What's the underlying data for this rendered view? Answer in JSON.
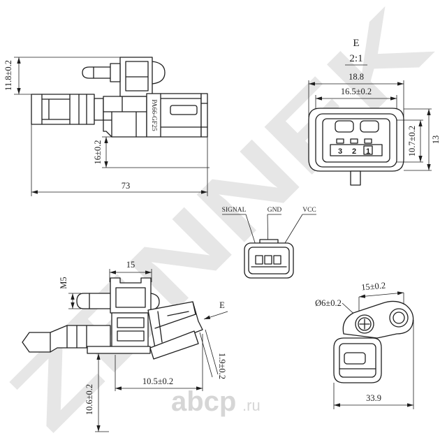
{
  "watermark": {
    "brand": "ZENNEK",
    "site_name": "abcp",
    "site_tld": ".ru"
  },
  "side_view": {
    "height_dim": "11.8±0.2",
    "depth_dim": "16±0.2",
    "length_dim": "73",
    "material_mark": "PA66-GF25"
  },
  "connector_view": {
    "view_label": "E",
    "scale": "2:1",
    "outer_width": "18.8",
    "inner_width": "16.5±0.2",
    "inner_height": "10.7±0.2",
    "outer_height": "13",
    "pins": [
      "3",
      "2",
      "1"
    ]
  },
  "pinout": {
    "signal": "SIGNAL",
    "gnd": "GND",
    "vcc": "VCC"
  },
  "front_view": {
    "thread": "M5",
    "stud_width": "15",
    "view_arrow": "E",
    "offset_dim": "1.9±0.2",
    "base_width": "10.5±0.2",
    "base_height": "10.6±0.2"
  },
  "top_view": {
    "hole_dia": "Ø6±0.2",
    "hole_offset": "15±0.2",
    "overall_width": "33.9"
  }
}
